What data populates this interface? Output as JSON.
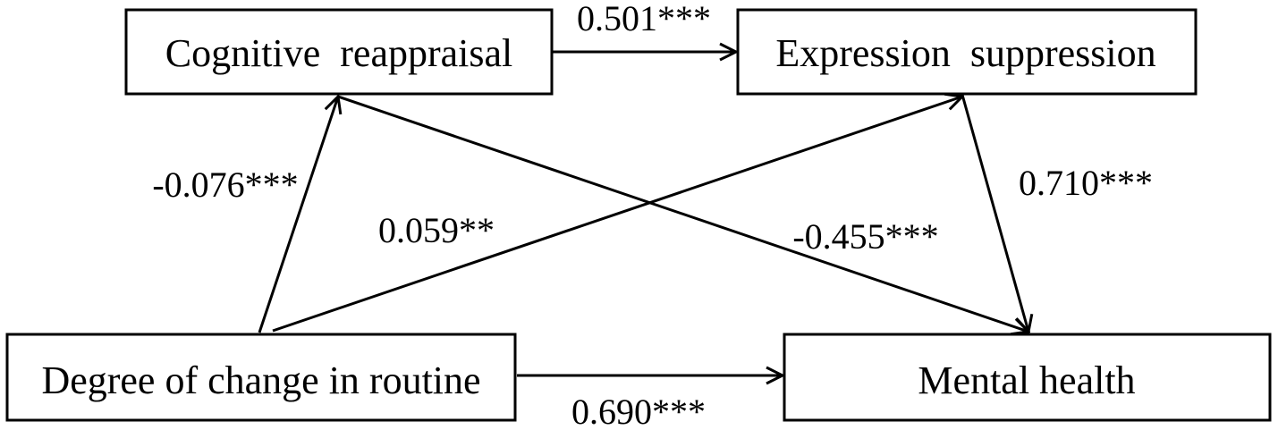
{
  "nodes": {
    "cognitive_reappraisal": "Cognitive  reappraisal",
    "expression_suppression": "Expression  suppression",
    "degree_of_change": "Degree of change in routine",
    "mental_health": "Mental health"
  },
  "paths": {
    "reappraisal_to_suppression": "0.501***",
    "change_to_reappraisal": "-0.076***",
    "change_to_suppression": "0.059**",
    "suppression_to_mental_health": "0.710***",
    "reappraisal_to_mental_health": "-0.455***",
    "change_to_mental_health": "0.690***"
  },
  "colors": {
    "stroke": "#000000",
    "text": "#000000",
    "background": "#ffffff"
  }
}
